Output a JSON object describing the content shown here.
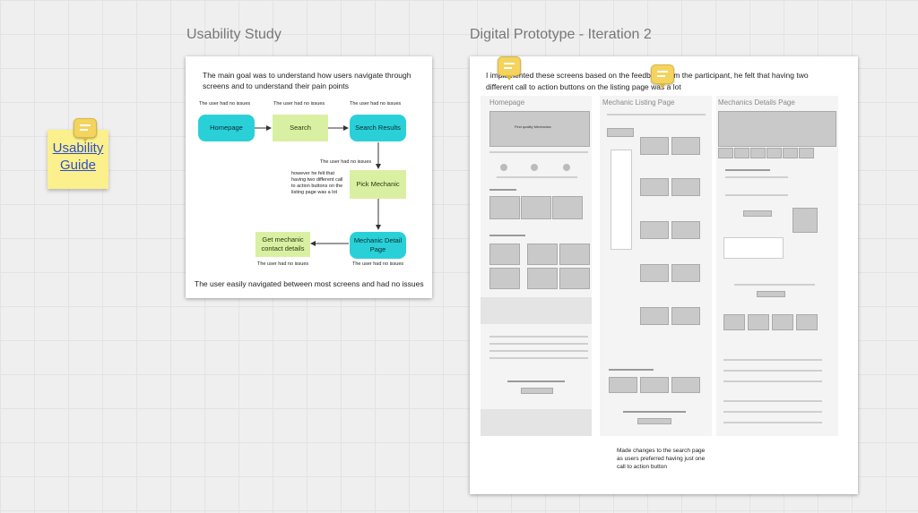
{
  "sticky": {
    "label": "Usability Guide"
  },
  "usability": {
    "title": "Usability Study",
    "intro": "The main goal was to understand how users navigate through screens and to understand their pain points",
    "nodes": {
      "homepage": "Homepage",
      "search": "Search",
      "results": "Search Results",
      "pick": "Pick Mechanic",
      "detail": "Mechanic Detail Page",
      "contact": "Get mechanic contact details"
    },
    "notes": {
      "n1": "The user had no issues",
      "n2": "The user had no issues",
      "n3": "The user had no issues",
      "n4": "The user had no issues",
      "n5": "The user had no issues",
      "n6": "The user had no issues",
      "felt": "however he felt that having two different call to action buttons on the listing page was a lot"
    },
    "summary": "The user easily navigated between most screens and had no issues"
  },
  "prototype": {
    "title": "Digital Prototype - Iteration 2",
    "intro": "I implemented these screens based on the feedback from the participant, he felt that having two different call to action buttons on the listing page was a lot",
    "columns": {
      "homepage": "Homepage",
      "listing": "Mechanic Listing Page",
      "details": "Mechanics Details Page"
    },
    "hero_text": "Find quality Mechanics",
    "note": "Made changes to the search page as users preferred having just one call to action button"
  },
  "colors": {
    "teal": "#2ad0d8",
    "lime": "#d9f0a2",
    "sticky": "#fbf08b",
    "comment": "#f4d35e"
  }
}
